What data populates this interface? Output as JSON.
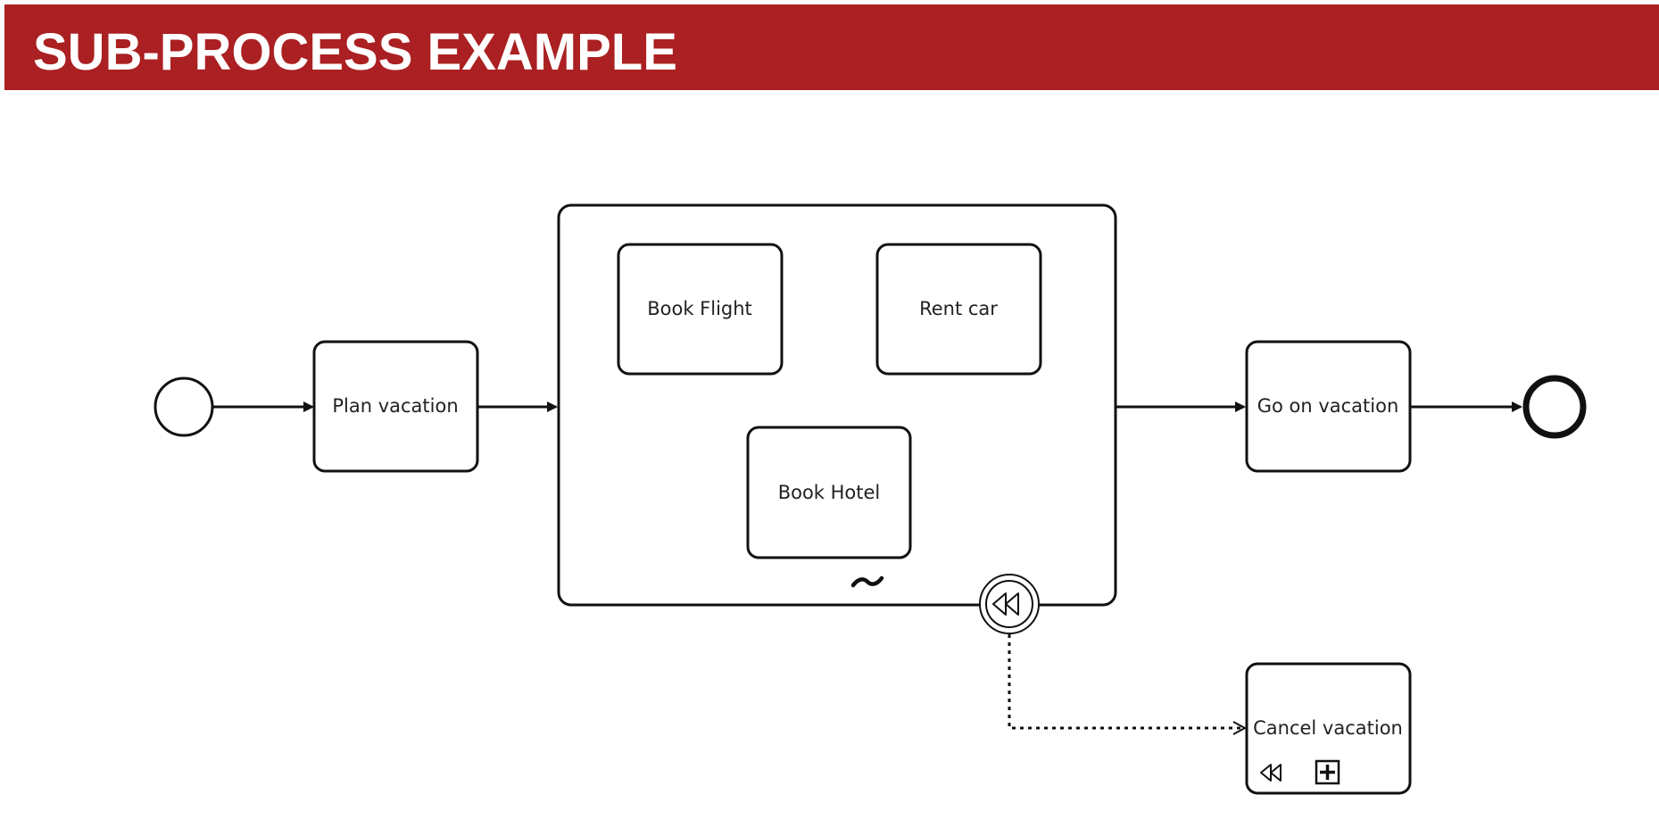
{
  "header": {
    "title": "SUB-PROCESS EXAMPLE",
    "background_color": "#ab2022",
    "text_color": "#ffffff"
  },
  "diagram": {
    "stroke_color": "#111111",
    "tasks": {
      "plan_vacation": "Plan vacation",
      "book_flight": "Book Flight",
      "rent_car": "Rent car",
      "book_hotel": "Book Hotel",
      "go_on_vacation": "Go on vacation",
      "cancel_vacation": "Cancel vacation"
    },
    "icons": {
      "start_event": "circle-thin",
      "end_event": "circle-thick",
      "adhoc_marker": "tilde",
      "boundary_event": "compensation-rewind",
      "compensation_marker": "rewind",
      "subprocess_marker": "plus-box"
    }
  }
}
